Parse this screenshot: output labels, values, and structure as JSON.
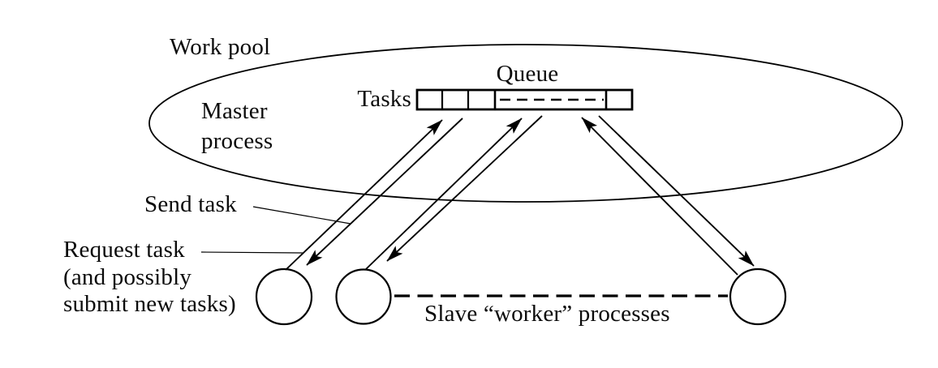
{
  "diagram": {
    "kind": "work-pool master/slave task diagram",
    "background_color": "#ffffff",
    "line_color": "#000000",
    "text_color": "#0b0b0b",
    "labels": {
      "work_pool": "Work pool",
      "master_process": "Master\nprocess",
      "queue_title": "Queue",
      "tasks": "Tasks",
      "send_task": "Send task",
      "request_task": "Request task\n(and possibly\nsubmit new tasks)",
      "slave_workers": "Slave “worker” processes"
    },
    "queue": {
      "cell_count": 5,
      "cells": [
        "task",
        "task",
        "task",
        "ellipsis-dashed",
        "task"
      ]
    },
    "workers": {
      "count": 3
    },
    "arrows": [
      {
        "from": "worker-1",
        "to": "queue",
        "meaning": "request task"
      },
      {
        "from": "queue",
        "to": "worker-1",
        "meaning": "send task"
      },
      {
        "from": "worker-2",
        "to": "queue",
        "meaning": "request task"
      },
      {
        "from": "queue",
        "to": "worker-2",
        "meaning": "send task"
      },
      {
        "from": "worker-3",
        "to": "queue",
        "meaning": "request task"
      },
      {
        "from": "queue",
        "to": "worker-3",
        "meaning": "send task"
      }
    ]
  }
}
